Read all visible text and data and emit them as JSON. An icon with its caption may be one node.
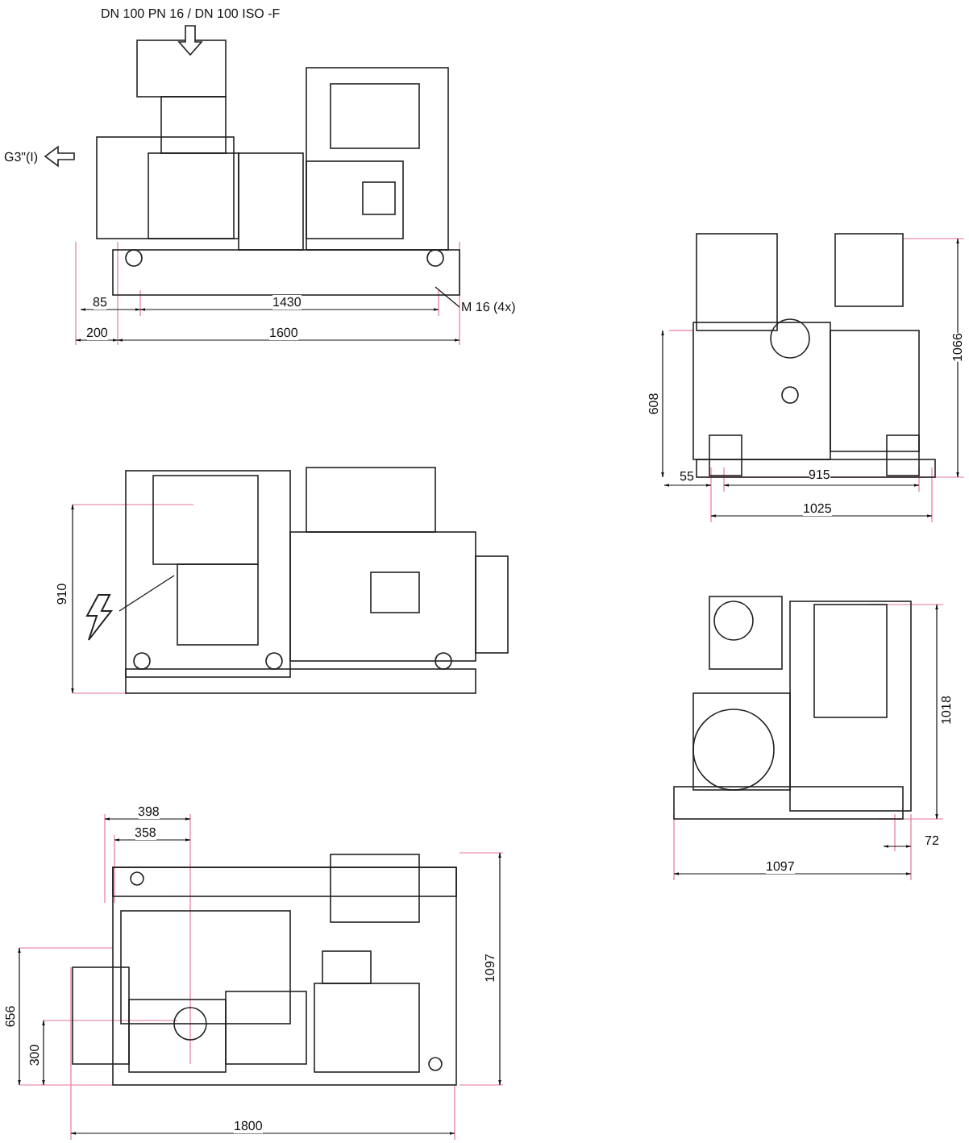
{
  "diagram": {
    "nodes": [
      {
        "text": [
          "M 16 (4x)"
        ]
      },
      {
        "text": [],
        "shape": "picture"
      }
    ],
    "edges": [
      {
        "from": 0,
        "to": null,
        "arrow": "none"
      },
      {
        "from": 1,
        "to": null,
        "arrow": "none"
      }
    ],
    "labels": [
      "DN 100 PN 16 / DN 100 ISO -F",
      "G3\"(I)",
      "85",
      "1430",
      "200",
      "1600",
      "1066",
      "608",
      "55",
      "915",
      "1025",
      "910",
      "1018",
      "72",
      "1097",
      "398",
      "358",
      "656",
      "300",
      "1097",
      "1800"
    ]
  }
}
